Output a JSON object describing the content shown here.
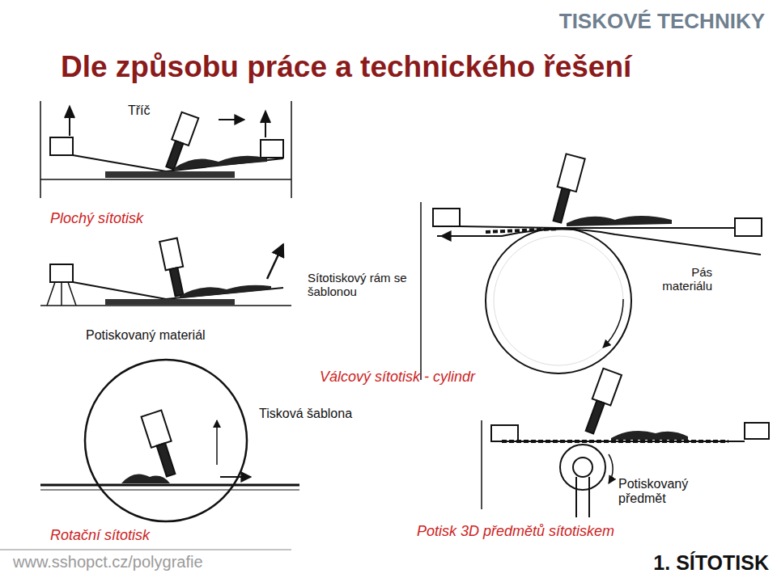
{
  "diagram": {
    "title": "Dle způsobu práce a technického řešení",
    "labels": [
      "TISKOVÉ TECHNIKY",
      "Tříč",
      "Plochý sítotisk",
      "Sítotiskový rám se šablonou",
      "Pás materiálu",
      "Potiskovaný materiál",
      "Válcový sítotisk - cylindr",
      "Tisková šablona",
      "Rotační sítotisk",
      "Potiskovaný předmět",
      "Potisk 3D předmětů sítotiskem",
      "www.sshopct.cz/polygrafie",
      "1. SÍTOTISK"
    ]
  }
}
